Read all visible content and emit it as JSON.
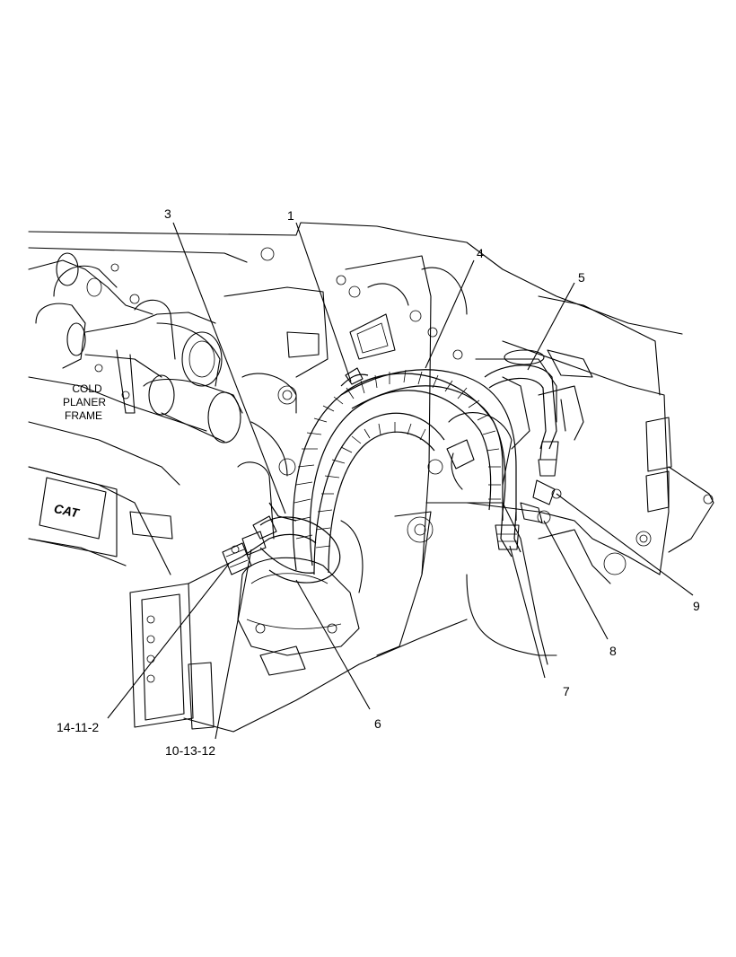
{
  "frame_label": [
    "COLD",
    "PLANER",
    "FRAME"
  ],
  "callouts": {
    "c3": "3",
    "c1": "1",
    "c4": "4",
    "c5": "5",
    "c9": "9",
    "c8": "8",
    "c7": "7",
    "c6": "6",
    "c14": "14-11-2",
    "c10": "10-13-12"
  },
  "logo_text": "CAT"
}
